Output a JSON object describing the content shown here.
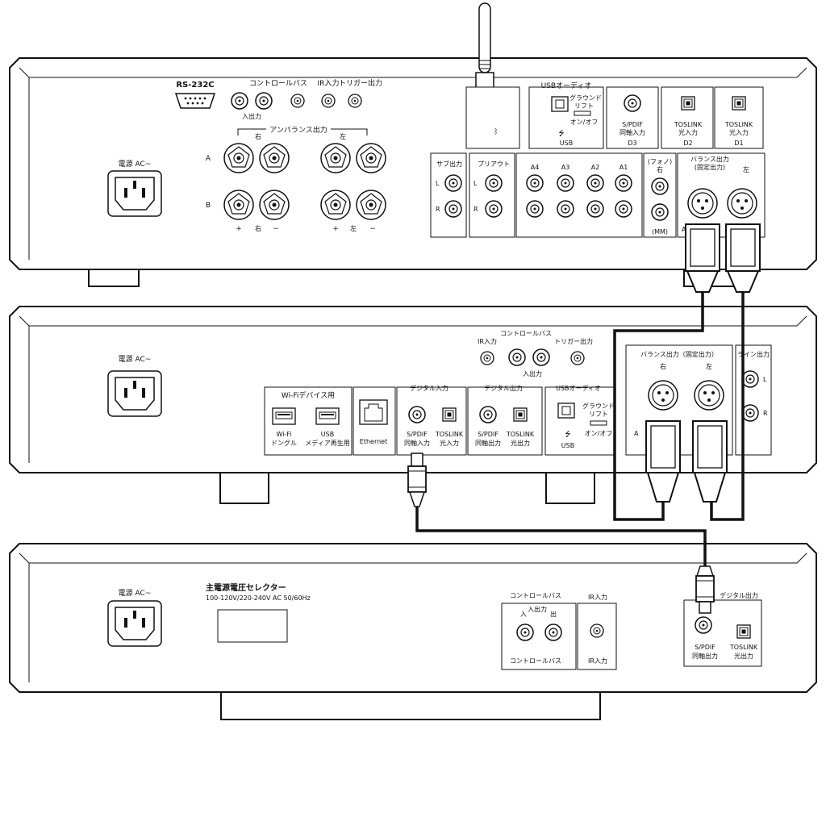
{
  "amp": {
    "rs232c": "RS-232C",
    "control_bus": "コントロールバス",
    "io": "入出力",
    "ir_in": "IR入力",
    "trigger_out": "トリガー出力",
    "unbalanced_out": "アンバランス出力",
    "right": "右",
    "left": "左",
    "row_a": "A",
    "row_b": "B",
    "plus": "+",
    "minus": "−",
    "power": "電源 AC~",
    "usb_audio": "USBオーディオ",
    "ground_lift_1": "グラウンド",
    "ground_lift_2": "リフト",
    "on_off": "オン/オフ",
    "usb": "USB",
    "spdif": "S/PDIF",
    "coax_in": "同軸入力",
    "d3": "D3",
    "toslink": "TOSLINK",
    "optical_in": "光入力",
    "d2": "D2",
    "d1": "D1",
    "sub_out": "サブ出力",
    "pre_out": "プリアウト",
    "l": "L",
    "r": "R",
    "a4": "A4",
    "a3": "A3",
    "a2": "A2",
    "a1": "A1",
    "phono": "(フォノ)",
    "mm": "(MM)",
    "balanced_out": "バランス出力",
    "fixed_out": "(固定出力)",
    "xlr_a": "A"
  },
  "streamer": {
    "power": "電源 AC~",
    "ir_in": "IR入力",
    "control_bus": "コントロールバス",
    "io": "入出力",
    "trigger_out": "トリガー出力",
    "wifi_devices": "Wi-Fiデバイス用",
    "wifi": "Wi-Fi",
    "dongle": "ドングル",
    "usb": "USB",
    "media_play": "メディア再生用",
    "ethernet": "Ethernet",
    "digital_in": "デジタル入力",
    "digital_out": "デジタル出力",
    "spdif": "S/PDIF",
    "coax_in": "同軸入力",
    "coax_out": "同軸出力",
    "toslink": "TOSLINK",
    "optical_in": "光入力",
    "optical_out": "光出力",
    "usb_audio": "USBオーディオ",
    "ground_lift_1": "グラウンド",
    "ground_lift_2": "リフト",
    "on_off": "オン/オフ",
    "balanced_out": "バランス出力（固定出力）",
    "right": "右",
    "left": "左",
    "line_out": "ライン出力",
    "l": "L",
    "r": "R",
    "xlr_a": "A"
  },
  "transport": {
    "power": "電源 AC~",
    "voltage_selector": "主電源電圧セレクター",
    "voltage_spec": "100-120V/220-240V AC 50/60Hz",
    "control_bus": "コントロールバス",
    "io": "入出力",
    "in": "入",
    "out": "出",
    "ir_in": "IR入力",
    "digital_out": "デジタル出力",
    "spdif": "S/PDIF",
    "coax_out": "同軸出力",
    "toslink": "TOSLINK",
    "optical_out": "光出力"
  }
}
